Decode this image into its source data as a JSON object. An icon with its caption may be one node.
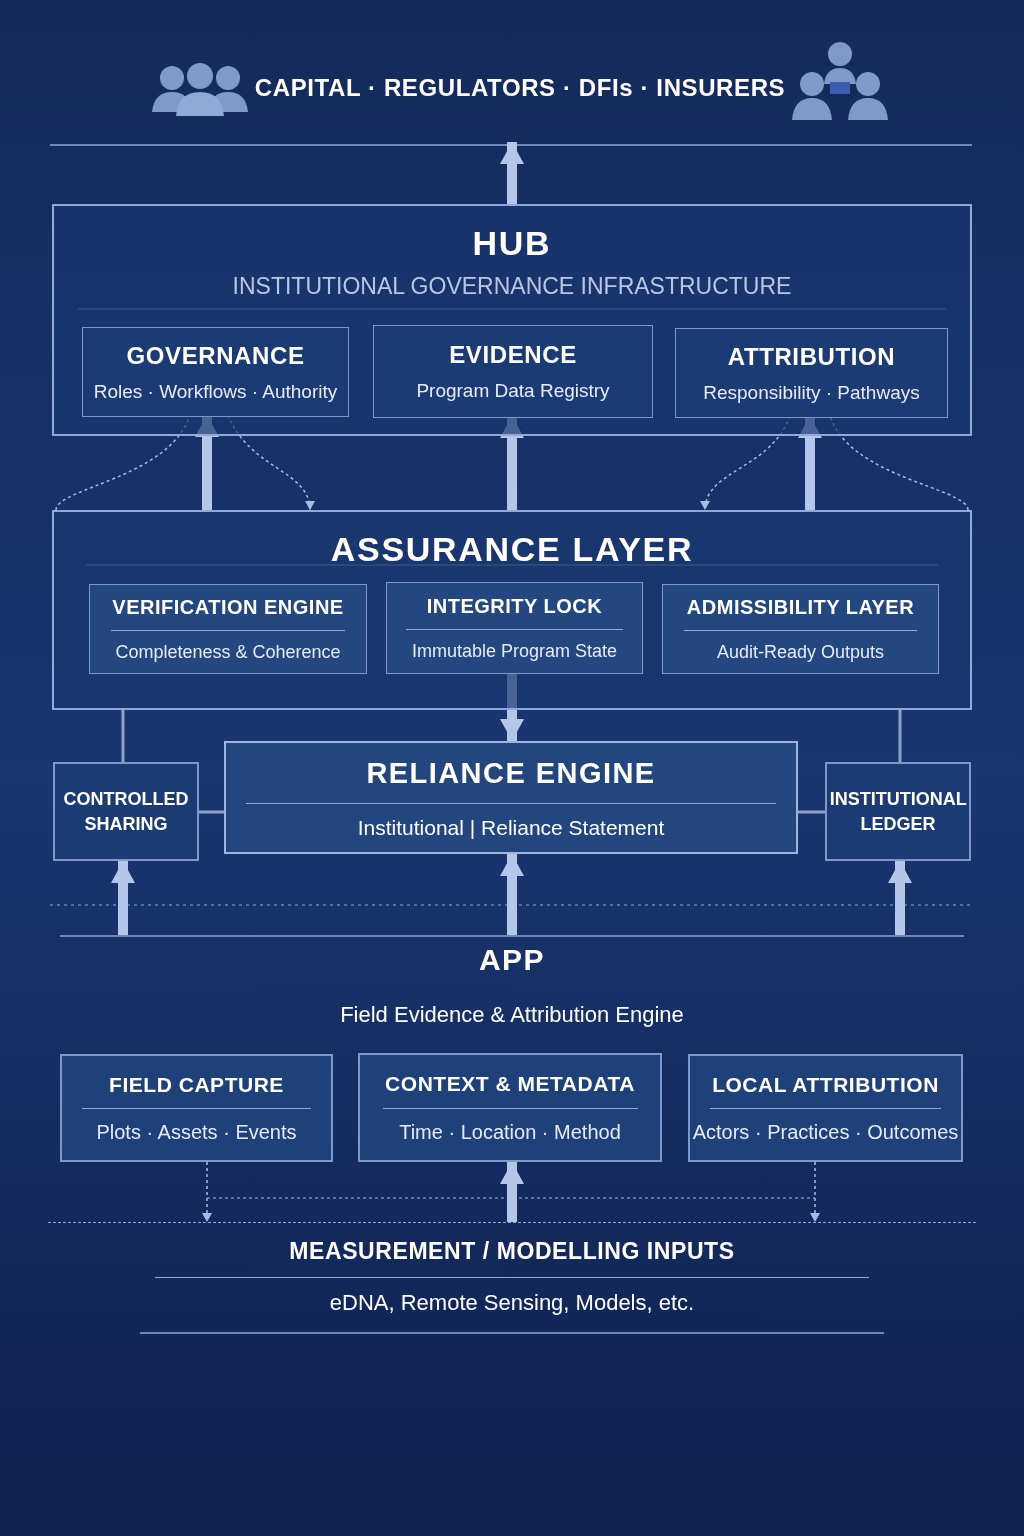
{
  "diagram": {
    "nodes": [
      {
        "text": [
          "CAPITAL · REGULATORS · DFIs · INSURERS"
        ]
      },
      {
        "text": [
          "HUB",
          "INSTITUTIONAL GOVERNANCE INFRASTRUCTURE"
        ]
      },
      {
        "text": [
          "GOVERNANCE",
          "Roles · Workflows · Authority"
        ],
        "in": 1
      },
      {
        "text": [
          "EVIDENCE",
          "Program Data Registry"
        ],
        "in": 1
      },
      {
        "text": [
          "ATTRIBUTION",
          "Responsibility · Pathways"
        ],
        "in": 1
      },
      {
        "text": [
          "ASSURANCE LAYER"
        ]
      },
      {
        "text": [
          "VERIFICATION ENGINE",
          "Completeness & Coherence"
        ],
        "in": 5
      },
      {
        "text": [
          "INTEGRITY LOCK",
          "Immutable Program State"
        ],
        "in": 5
      },
      {
        "text": [
          "ADMISSIBILITY LAYER",
          "Audit-Ready Outputs"
        ],
        "in": 5
      },
      {
        "text": [
          "CONTROLLED SHARING"
        ]
      },
      {
        "text": [
          "RELIANCE ENGINE",
          "Institutional | Reliance Statement"
        ]
      },
      {
        "text": [
          "INSTITUTIONAL LEDGER"
        ]
      },
      {
        "text": [
          "APP",
          "Field Evidence & Attribution Engine"
        ]
      },
      {
        "text": [
          "FIELD CAPTURE",
          "Plots · Assets · Events"
        ]
      },
      {
        "text": [
          "CONTEXT & METADATA",
          "Time · Location · Method"
        ]
      },
      {
        "text": [
          "LOCAL ATTRIBUTION",
          "Actors · Practices · Outcomes"
        ]
      },
      {
        "text": [
          "MEASUREMENT / MODELLING INPUTS",
          "eDNA, Remote Sensing, Models, etc."
        ]
      }
    ],
    "edges": [
      {
        "from": 1,
        "to": 0,
        "arrow": "to",
        "style": "thick"
      },
      {
        "from": 5,
        "to": 2,
        "arrow": "to",
        "style": "thick"
      },
      {
        "from": 5,
        "to": 3,
        "arrow": "to",
        "style": "thick"
      },
      {
        "from": 5,
        "to": 4,
        "arrow": "to",
        "style": "thick"
      },
      {
        "from": 5,
        "to": 2,
        "arrow": "none",
        "style": "dashed"
      },
      {
        "from": 2,
        "to": 5,
        "arrow": "to",
        "style": "dashed"
      },
      {
        "from": 4,
        "to": 5,
        "arrow": "to",
        "style": "dashed"
      },
      {
        "from": 5,
        "to": 4,
        "arrow": "none",
        "style": "dashed"
      },
      {
        "from": 7,
        "to": 10,
        "arrow": "to",
        "style": "thick"
      },
      {
        "from": 5,
        "to": 9,
        "arrow": "none"
      },
      {
        "from": 5,
        "to": 11,
        "arrow": "none"
      },
      {
        "from": 9,
        "to": 10,
        "arrow": "none"
      },
      {
        "from": 11,
        "to": 10,
        "arrow": "none"
      },
      {
        "from": 12,
        "to": 9,
        "arrow": "to",
        "style": "thick"
      },
      {
        "from": 12,
        "to": 10,
        "arrow": "to",
        "style": "thick"
      },
      {
        "from": 12,
        "to": 11,
        "arrow": "to",
        "style": "thick"
      },
      {
        "from": 16,
        "to": 14,
        "arrow": "to",
        "style": "thick"
      },
      {
        "from": 13,
        "to": 16,
        "arrow": "to",
        "style": "dashed"
      },
      {
        "from": 15,
        "to": 16,
        "arrow": "to",
        "style": "dashed"
      }
    ]
  }
}
